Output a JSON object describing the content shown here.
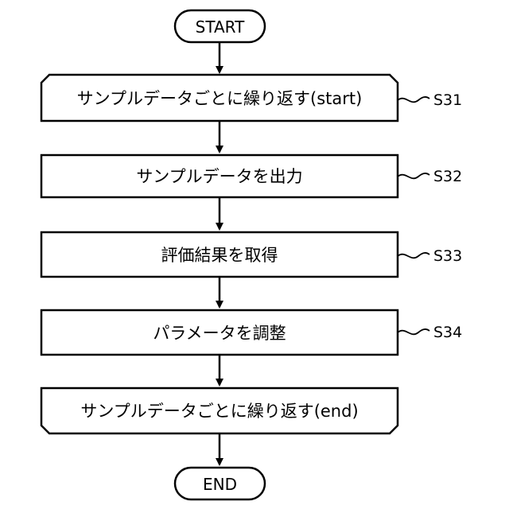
{
  "flowchart": {
    "start": "START",
    "end": "END",
    "steps": [
      {
        "id": "loop_start",
        "text": "サンプルデータごとに繰り返す(start)",
        "label": "S31"
      },
      {
        "id": "output",
        "text": "サンプルデータを出力",
        "label": "S32"
      },
      {
        "id": "evaluate",
        "text": "評価結果を取得",
        "label": "S33"
      },
      {
        "id": "adjust",
        "text": "パラメータを調整",
        "label": "S34"
      },
      {
        "id": "loop_end",
        "text": "サンプルデータごとに繰り返す(end)",
        "label": ""
      }
    ]
  }
}
